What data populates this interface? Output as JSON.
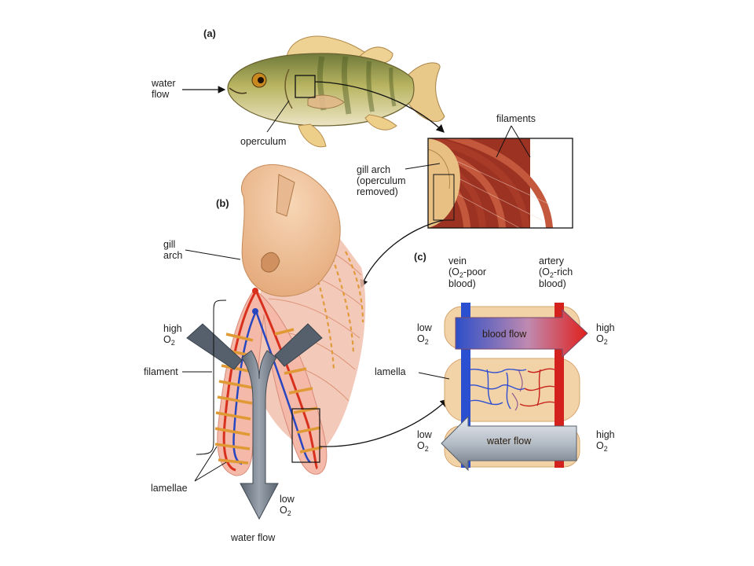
{
  "panels": {
    "a": "(a)",
    "b": "(b)",
    "c": "(c)"
  },
  "panel_a": {
    "water_flow": [
      "water",
      "flow"
    ],
    "operculum": "operculum",
    "filaments": "filaments",
    "gill_arch": [
      "gill arch",
      "(operculum",
      "removed)"
    ]
  },
  "panel_b": {
    "gill_arch": [
      "gill",
      "arch"
    ],
    "high_o2": {
      "text": "high",
      "o": "O",
      "sub": "2"
    },
    "filament": "filament",
    "lamellae": "lamellae",
    "low_o2": {
      "text": "low",
      "o": "O",
      "sub": "2"
    },
    "water_flow": "water flow"
  },
  "panel_c": {
    "vein": {
      "line1": "vein",
      "line2_pre": "(O",
      "line2_sub": "2",
      "line2_post": "-poor",
      "line3": "blood)"
    },
    "artery": {
      "line1": "artery",
      "line2_pre": "(O",
      "line2_sub": "2",
      "line2_post": "-rich",
      "line3": "blood)"
    },
    "low_top": {
      "text": "low",
      "o": "O",
      "sub": "2"
    },
    "high_top": {
      "text": "high",
      "o": "O",
      "sub": "2"
    },
    "lamella": "lamella",
    "blood_flow": "blood flow",
    "water_flow": "water flow",
    "low_bottom": {
      "text": "low",
      "o": "O",
      "sub": "2"
    },
    "high_bottom": {
      "text": "high",
      "o": "O",
      "sub": "2"
    }
  }
}
